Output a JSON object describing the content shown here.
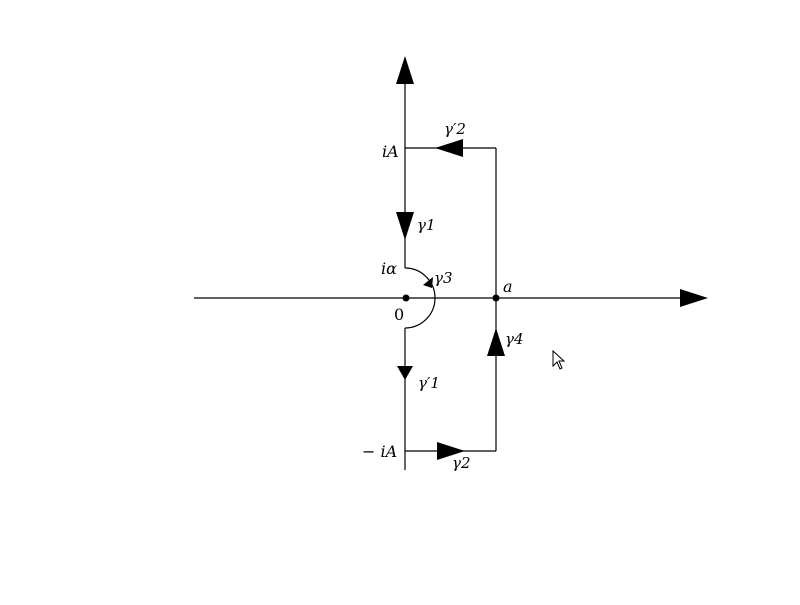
{
  "diagram": {
    "labels": {
      "origin": "0",
      "a": "a",
      "iA": "iA",
      "minus_iA": "− iA",
      "i_alpha": "iα",
      "gamma1": "γ1",
      "gamma1_prime": "γ′1",
      "gamma2": "γ2",
      "gamma2_prime": "γ′2",
      "gamma3": "γ3",
      "gamma4": "γ4"
    },
    "colors": {
      "ink": "#000000",
      "background": "#ffffff"
    },
    "icons": {
      "cursor": "mouse-pointer-icon"
    }
  }
}
